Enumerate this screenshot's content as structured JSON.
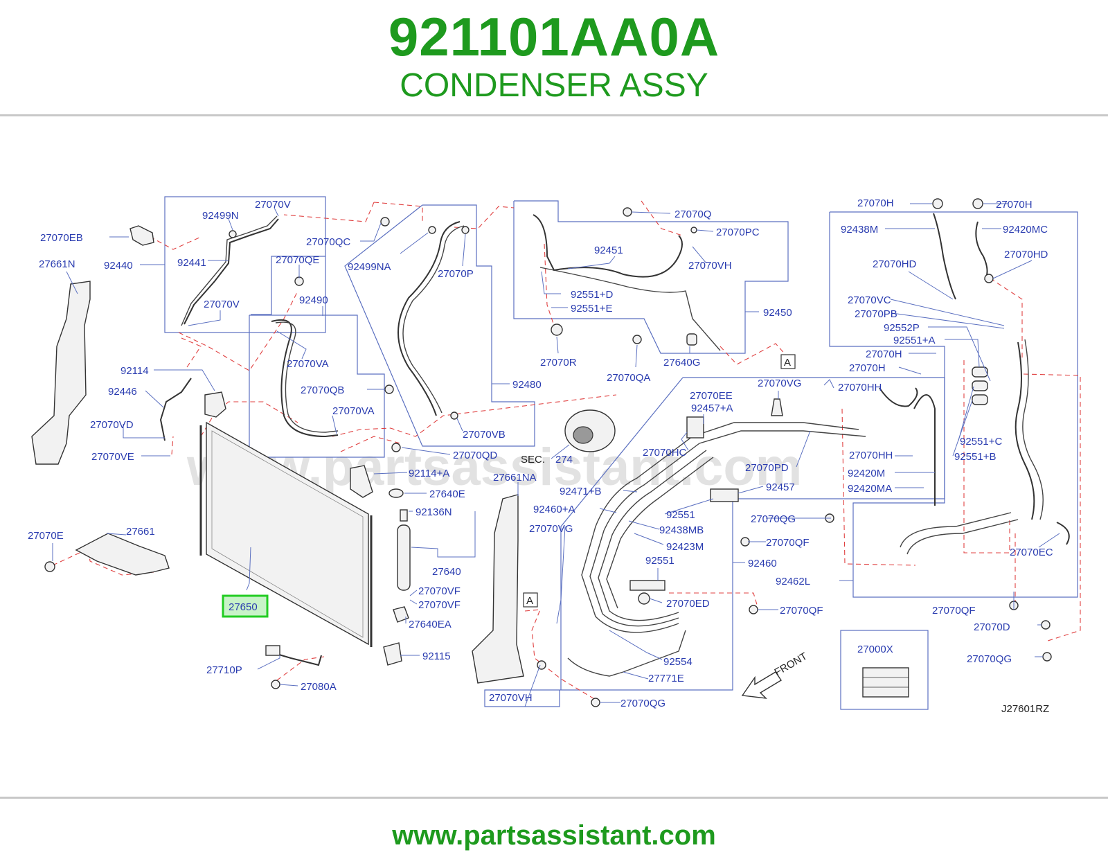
{
  "header": {
    "part_number": "921101AA0A",
    "part_name": "CONDENSER ASSY"
  },
  "footer": {
    "url": "www.partsassistant.com"
  },
  "watermark": "www.partsassistant.com",
  "colors": {
    "brand_green": "#1e9a1e",
    "label_blue": "#2a3cb0",
    "leader_dash_red": "#e04040",
    "highlight_box": "#22cc22"
  },
  "diagram": {
    "code": "J27601RZ",
    "front_label": "FRONT",
    "sec_label": "SEC.",
    "sec_ref": "274",
    "highlighted_part": "27650",
    "section_marker": "A",
    "labels": [
      "27070EB",
      "27661N",
      "92440",
      "92441",
      "92499N",
      "27070V",
      "27070QC",
      "27070QE",
      "27070V",
      "92499NA",
      "27070P",
      "92490",
      "27070VA",
      "27070QB",
      "27070VA",
      "92114",
      "92446",
      "27070VD",
      "27070VE",
      "27070QD",
      "92114+A",
      "27640E",
      "92136N",
      "27640",
      "27070VF",
      "27070VF",
      "27640EA",
      "92115",
      "27661",
      "27070E",
      "27710P",
      "27080A",
      "27070Q",
      "27070PC",
      "92451",
      "27070VH",
      "92551+D",
      "92551+E",
      "92450",
      "27070R",
      "27640G",
      "27070QA",
      "92480",
      "27070VB",
      "27661NA",
      "27070EE",
      "92457+A",
      "27070VG",
      "27070HH",
      "27070HC",
      "27070PD",
      "92457",
      "92471+B",
      "92551",
      "92460+A",
      "27070VG",
      "92438MB",
      "92423M",
      "27070QG",
      "27070QF",
      "92460",
      "92551",
      "27070ED",
      "92462L",
      "27070QF",
      "92554",
      "27771E",
      "27070VH",
      "27070QG",
      "27070H",
      "27070H",
      "92438M",
      "92420MC",
      "27070HD",
      "27070HD",
      "27070VC",
      "27070PB",
      "92552P",
      "92551+A",
      "27070H",
      "27070H",
      "92551+C",
      "92551+B",
      "27070HH",
      "92420M",
      "92420MA",
      "27070EC",
      "27070QF",
      "27070D",
      "27070QG",
      "27000X"
    ]
  }
}
